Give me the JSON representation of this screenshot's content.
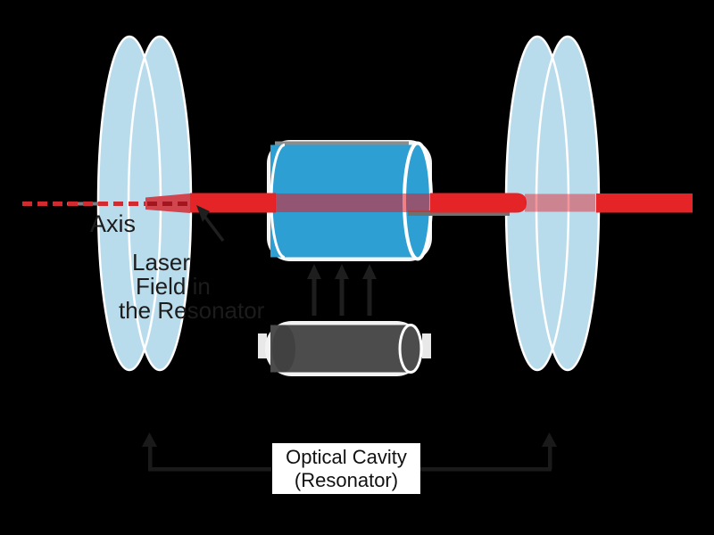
{
  "figure": {
    "description": "Laser optical cavity (resonator) schematic on black background",
    "labels": {
      "axis": "Axis",
      "laser_field": [
        "Laser",
        "Field in",
        "the Resonator"
      ],
      "cavity_box": [
        "Optical Cavity",
        "(Resonator)"
      ]
    },
    "components": {
      "left_mirror": "cavity mirror (light blue disk)",
      "right_mirror": "output coupler mirror (light blue disk)",
      "gain_medium": "gain medium rod (blue cylinder)",
      "pump_lamp": "pump flash lamp (dark cylinder)",
      "pump_arrows": "three upward pump arrows from lamp to gain medium",
      "laser_beam": "red laser beam along optical axis with output beam at right",
      "optical_axis": "dashed red optical axis line at left",
      "cavity_bracket": "bracket with up-arrows spanning cavity length"
    },
    "colors": {
      "background": "#000000",
      "mirror_fill": "#b9dcec",
      "outline_white": "#ffffff",
      "gain_medium_fill": "#2d9fd2",
      "gain_medium_top_gray": "#8c8c8c",
      "lamp_fill": "#4c4c4c",
      "beam_red": "#e52428",
      "beam_over_mirror_pink": "#cd8492",
      "beam_dash_red": "#cf2b30",
      "beam_dash_dark": "#a3161d",
      "axis_gray": "#7d7d7d",
      "annotation_dark": "#1a1a1a",
      "label_text": "#1c1c1c"
    }
  }
}
